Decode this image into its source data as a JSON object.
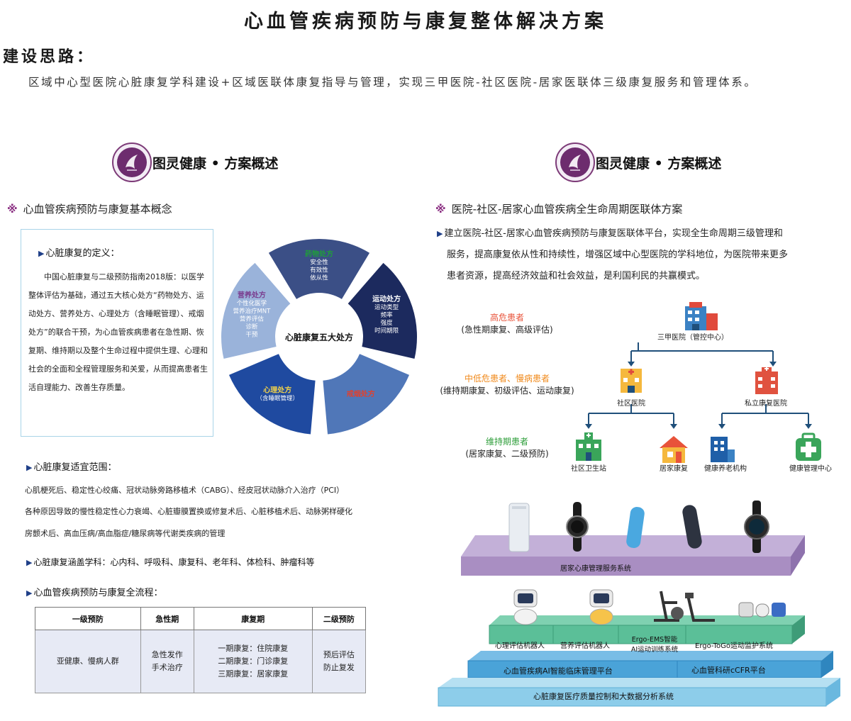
{
  "header": {
    "title": "心血管疾病预防与康复整体解决方案",
    "section_heading": "建设思路：",
    "intro": "区域中心型医院心脏康复学科建设+区域医联体康复指导与管理，实现三甲医院-社区医院-居家医联体三级康复服务和管理体系。"
  },
  "brand": {
    "name": "图灵健康 • 方案概述",
    "logo_text": "图灵健康"
  },
  "left": {
    "subheading_mark": "※",
    "subheading": "心血管疾病预防与康复基本概念",
    "definition": {
      "title": "心脏康复的定义：",
      "text": "中国心脏康复与二级预防指南2018版：以医学整体评估为基础，通过五大核心处方“药物处方、运动处方、营养处方、心理处方（含睡眠管理）、戒烟处方”的联合干预，为心血管疾病患者在急性期、恢复期、维持期以及整个生命过程中提供生理、心理和社会的全面和全程管理服务和关爱，从而提高患者生活自理能力、改善生存质量。"
    },
    "wheel": {
      "center": "心脏康复五大处方",
      "segments": [
        {
          "title": "药物处方",
          "items": [
            "安全性",
            "有效性",
            "依从性"
          ]
        },
        {
          "title": "运动处方",
          "items": [
            "运动类型",
            "频率",
            "强度",
            "时间期限"
          ]
        },
        {
          "title": "戒烟处方",
          "items": []
        },
        {
          "title": "心理处方",
          "items": [
            "（含睡眠管理）"
          ]
        },
        {
          "title": "营养处方",
          "items": [
            "个性化医学",
            "营养治疗MNT",
            "营养评估",
            "诊断",
            "干预"
          ]
        }
      ]
    },
    "scope": {
      "title": "心脏康复适宜范围：",
      "lines": [
        "心肌梗死后、稳定性心绞痛、冠状动脉旁路移植术（CABG）、经皮冠状动脉介入治疗（PCI）",
        "各种原因导致的慢性稳定性心力衰竭、心脏瓣膜置换或修复术后、心脏移植术后、动脉粥样硬化",
        "房颤术后、高血压病/高血脂症/糖尿病等代谢类疾病的管理"
      ]
    },
    "disciplines": "心脏康复涵盖学科：心内科、呼吸科、康复科、老年科、体检科、肿瘤科等",
    "process": {
      "title": "心血管疾病预防与康复全流程：",
      "headers": [
        "一级预防",
        "急性期",
        "康复期",
        "二级预防"
      ],
      "cells": [
        [
          "亚健康、慢病人群"
        ],
        [
          "急性发作",
          "手术治疗"
        ],
        [
          "一期康复：住院康复",
          "二期康复：门诊康复",
          "三期康复：居家康复"
        ],
        [
          "预后评估",
          "防止复发"
        ]
      ]
    }
  },
  "right": {
    "subheading_mark": "※",
    "subheading": "医院-社区-居家心血管疾病全生命周期医联体方案",
    "body_lines": [
      "建立医院-社区-居家心血管疾病预防与康复医联体平台，实现全生命周期三级管理和",
      "服务，提高康复依从性和持续性，增强区域中心型医院的学科地位，为医院带来更多",
      "患者资源，提高经济效益和社会效益，是利国利民的共赢模式。"
    ],
    "tiers": [
      {
        "title": "高危患者",
        "sub": "(急性期康复、高级评估)",
        "color": "#e8533a"
      },
      {
        "title": "中低危患者、慢病患者",
        "sub": "(维持期康复、初级评估、运动康复)",
        "color": "#f08a1c"
      },
      {
        "title": "维持期患者",
        "sub": "(居家康复、二级预防)",
        "color": "#2e9e3a"
      }
    ],
    "nodes": {
      "top": "三甲医院（管控中心）",
      "mid_left": "社区医院",
      "mid_right": "私立康复医院",
      "bottom": [
        "社区卫生站",
        "居家康复",
        "健康养老机构",
        "健康管理中心"
      ]
    },
    "platforms": {
      "home": "居家心康管理服务系统",
      "robots": [
        "心理评估机器人",
        "营养评估机器人",
        "Ergo-EMS智能",
        "AI运动训练系统",
        "Ergo-ToGo运动监护系统"
      ],
      "ai_platform": "心血管疾病AI智能临床管理平台",
      "ccfr": "心血管科研cCFR平台",
      "base": "心脏康复医疗质量控制和大数据分析系统"
    },
    "colors": {
      "purple": "#a98ec2",
      "teal": "#5bbf98",
      "blue": "#4aa3d8",
      "light_blue": "#8dcdea"
    }
  }
}
